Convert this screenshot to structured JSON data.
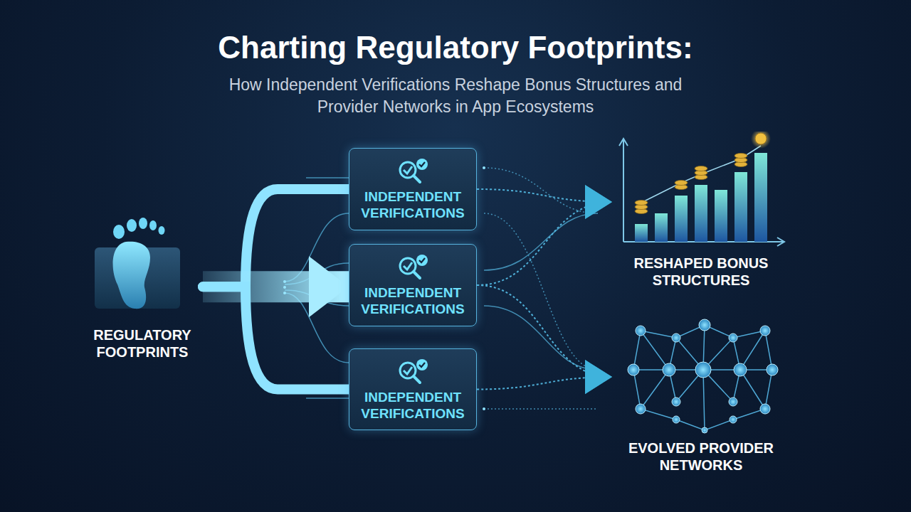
{
  "diagram": {
    "title": "Charting Regulatory Footprints:",
    "nodes": [
      {
        "text": [
          "REGULATORY FOOTPRINTS"
        ]
      },
      {
        "text": [
          "INDEPENDENT VERIFICATIONS"
        ]
      },
      {
        "text": [
          "INDEPENDENT VERIFICATIONS"
        ]
      },
      {
        "text": [
          "INDEPENDENT VERIFICATIONS"
        ]
      },
      {
        "text": [
          "RESHAPED BONUS STRUCTURES"
        ]
      },
      {
        "text": [
          "EVOLVED PROVIDER NETWORKS"
        ]
      }
    ],
    "edges": [
      {
        "from": 0,
        "to": 1,
        "arrow": "none"
      },
      {
        "from": 0,
        "to": 2,
        "arrow": "to"
      },
      {
        "from": 0,
        "to": 3,
        "arrow": "none"
      },
      {
        "from": 1,
        "to": 4,
        "arrow": "to"
      },
      {
        "from": 2,
        "to": 4,
        "arrow": "to"
      },
      {
        "from": 2,
        "to": 5,
        "arrow": "to"
      },
      {
        "from": 3,
        "to": 5,
        "arrow": "to"
      }
    ],
    "labels": [
      "How Independent Verifications Reshape Bonus Structures and Provider Networks in App Ecosystems"
    ]
  }
}
